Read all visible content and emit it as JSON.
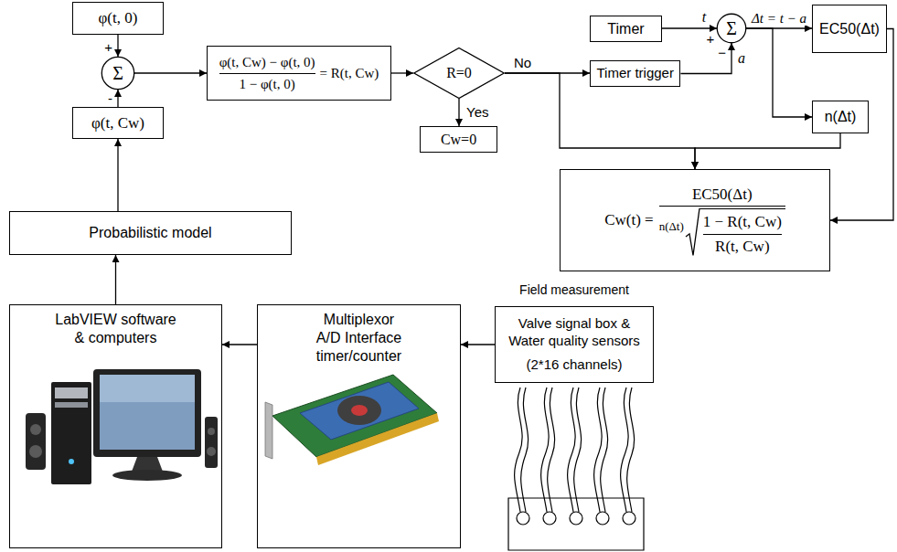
{
  "diagram": {
    "nodes": [
      {
        "text": [
          "φ(t, 0)"
        ]
      },
      {
        "text": [
          "Σ"
        ]
      },
      {
        "text": [
          "φ(t, Cw)"
        ]
      },
      {
        "text": [
          "Probabilistic model"
        ]
      },
      {
        "text": [
          "φ(t, Cw) − φ(t, 0)",
          "1 − φ(t, 0)",
          "= R(t, Cw)"
        ]
      },
      {
        "text": [
          "R=0"
        ]
      },
      {
        "text": [
          "Cw=0"
        ]
      },
      {
        "text": [
          "Timer"
        ]
      },
      {
        "text": [
          "Σ"
        ]
      },
      {
        "text": [
          "Timer trigger"
        ]
      },
      {
        "text": [
          "EC50(Δt)"
        ]
      },
      {
        "text": [
          "n(Δt)"
        ]
      },
      {
        "text": [
          "Cw(t) =",
          "EC50(Δt)",
          "n(Δt)",
          "1 − R(t, Cw)",
          "R(t, Cw)"
        ]
      },
      {
        "text": [
          "Valve signal box & Water quality sensors",
          "(2*16 channels)"
        ]
      },
      {
        "text": [
          "Multiplexor A/D Interface timer/counter"
        ]
      },
      {
        "text": [
          "LabVIEW software & computers"
        ]
      }
    ],
    "edges": [
      {
        "from": 0,
        "to": 1,
        "arrow": "to"
      },
      {
        "from": 2,
        "to": 1,
        "arrow": "to"
      },
      {
        "from": 3,
        "to": 2,
        "arrow": "to"
      },
      {
        "from": 1,
        "to": 4,
        "arrow": "to"
      },
      {
        "from": 4,
        "to": 5,
        "arrow": "to"
      },
      {
        "from": 5,
        "to": 6,
        "label": "Yes",
        "arrow": "to"
      },
      {
        "from": 5,
        "to": 9,
        "label": "No",
        "arrow": "to"
      },
      {
        "from": 5,
        "to": 12,
        "arrow": "to"
      },
      {
        "from": 7,
        "to": 8,
        "label": "t",
        "arrow": "to"
      },
      {
        "from": 9,
        "to": 8,
        "label": "a",
        "arrow": "to"
      },
      {
        "from": 8,
        "to": 10,
        "label": "Δt = t − a",
        "arrow": "to"
      },
      {
        "from": 8,
        "to": 11,
        "arrow": "to"
      },
      {
        "from": 11,
        "to": 12,
        "arrow": "to"
      },
      {
        "from": 10,
        "to": 12,
        "arrow": "to"
      },
      {
        "from": 13,
        "to": 14,
        "arrow": "to"
      },
      {
        "from": 14,
        "to": 15,
        "arrow": "to"
      },
      {
        "from": 15,
        "to": 3,
        "arrow": "to"
      }
    ],
    "labels": [
      "+",
      "-",
      "+",
      "−",
      "Field measurement"
    ]
  }
}
